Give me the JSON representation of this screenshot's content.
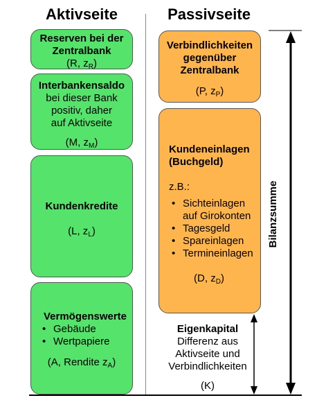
{
  "aktiv": {
    "title": "Aktivseite",
    "reserven": {
      "label_line1": "Reserven bei der",
      "label_line2": "Zentralbank",
      "sym_open": "(R, z",
      "sym_sub": "R",
      "sym_close": ")"
    },
    "interbank": {
      "label": "Interbankensaldo",
      "desc_line1": "bei dieser Bank",
      "desc_line2": "positiv, daher",
      "desc_line3": "auf Aktivseite",
      "sym_open": "(M, z",
      "sym_sub": "M",
      "sym_close": ")"
    },
    "kredite": {
      "label": "Kundenkredite",
      "sym_open": "(L, z",
      "sym_sub": "L",
      "sym_close": ")"
    },
    "vermoegen": {
      "label": "Vermögenswerte",
      "items": [
        "Gebäude",
        "Wertpapiere"
      ],
      "sym_open": "(A, Rendite z",
      "sym_sub": "A",
      "sym_close": ")"
    }
  },
  "passiv": {
    "title": "Passivseite",
    "verbindlichkeiten": {
      "label_line1": "Verbindlichkeiten",
      "label_line2": "gegenüber",
      "label_line3": "Zentralbank",
      "sym_open": "(P, z",
      "sym_sub": "P",
      "sym_close": ")"
    },
    "einlagen": {
      "label_line1": "Kundeneinlagen",
      "label_line2": "(Buchgeld)",
      "example": "z.B.:",
      "items": [
        "Sichteinlagen auf Girokonten",
        "Tagesgeld",
        "Spareinlagen",
        "Termineinlagen"
      ],
      "sym_open": "(D, z",
      "sym_sub": "D",
      "sym_close": ")"
    },
    "eigenkapital": {
      "label": "Eigenkapital",
      "desc_line1": "Differenz aus",
      "desc_line2": "Aktivseite und",
      "desc_line3": "Verbindlichkeiten",
      "sym": "(K)"
    }
  },
  "bilanzsumme": "Bilanzsumme",
  "colors": {
    "green": "#55e36b",
    "orange": "#ffb54d"
  }
}
